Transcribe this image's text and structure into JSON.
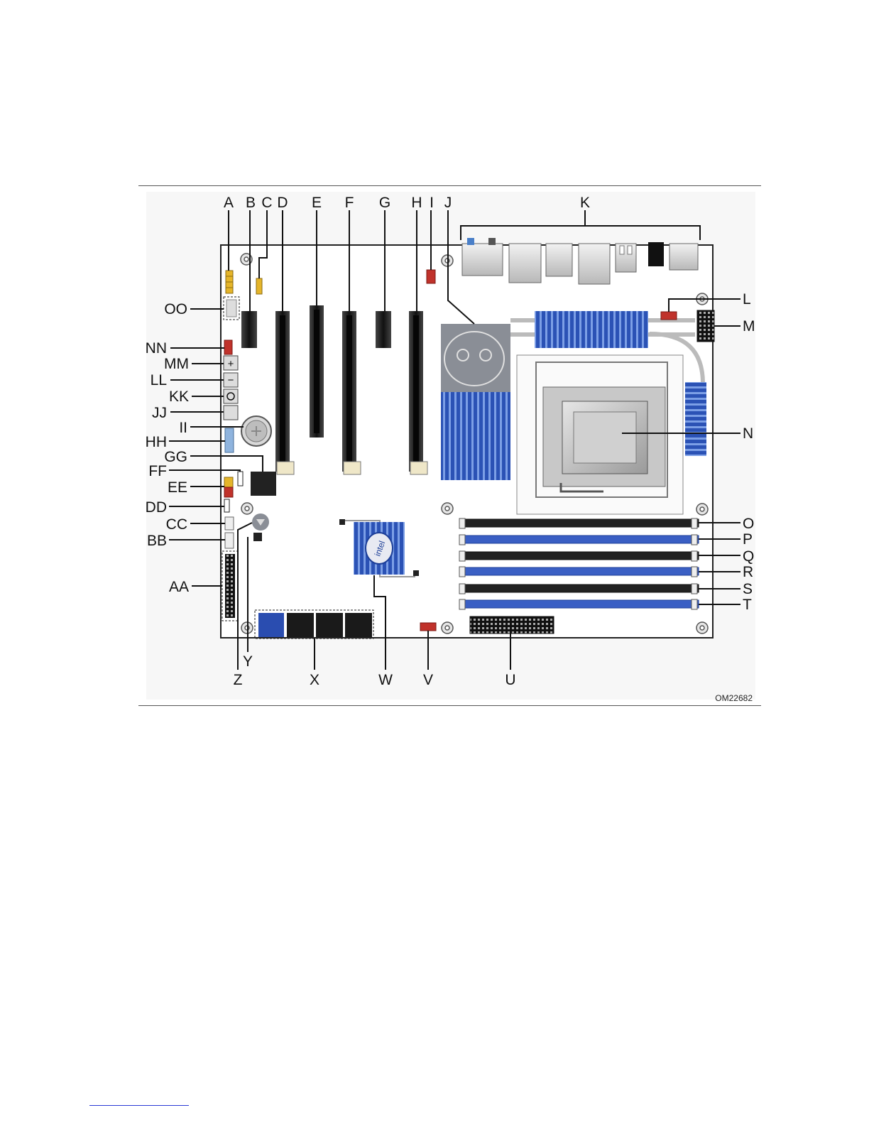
{
  "figure": {
    "figure_id": "OM22682",
    "callouts": {
      "top": [
        "A",
        "B",
        "C",
        "D",
        "E",
        "F",
        "G",
        "H",
        "I",
        "J",
        "K"
      ],
      "left": [
        "OO",
        "NN",
        "MM",
        "LL",
        "KK",
        "JJ",
        "II",
        "HH",
        "GG",
        "FF",
        "EE",
        "DD",
        "CC",
        "BB",
        "AA"
      ],
      "right": [
        "L",
        "M",
        "N",
        "O",
        "P",
        "Q",
        "R",
        "S",
        "T"
      ],
      "bottom": [
        "Z",
        "Y",
        "X",
        "W",
        "V",
        "U"
      ]
    },
    "chip_logo_text": "intel",
    "button_glyphs": {
      "power_plus": "+",
      "power_minus": "−"
    },
    "colors": {
      "board": "#ffffff",
      "slot_black": "#1c1c1c",
      "heatsink_blue": "#2f55b8",
      "dimm_blue": "#3a5fc4",
      "dimm_black": "#222222",
      "header_red": "#c0322b",
      "header_yellow": "#e5b52a",
      "header_blue": "#8fb4de"
    }
  }
}
